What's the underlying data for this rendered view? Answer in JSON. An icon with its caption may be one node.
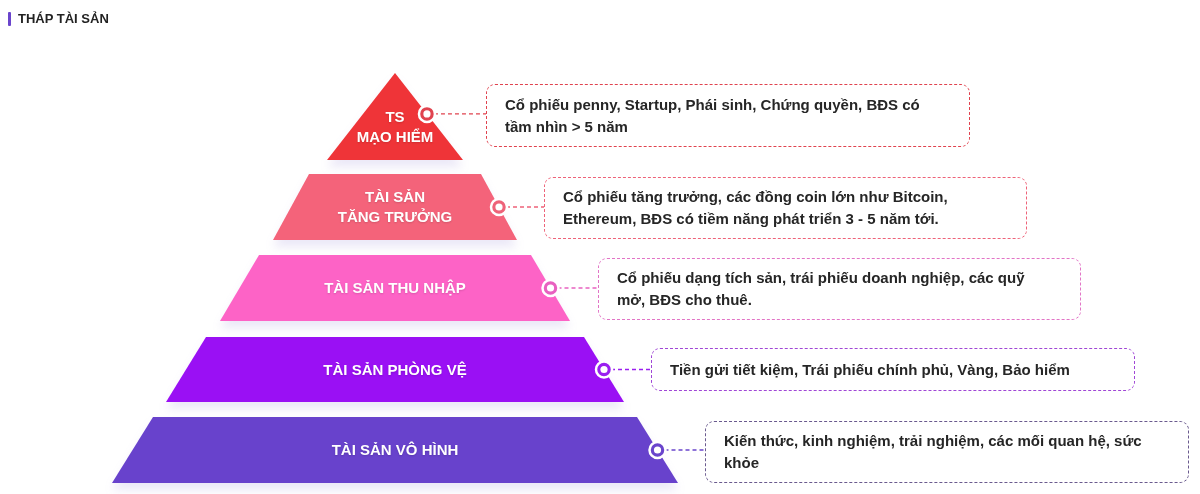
{
  "diagram": {
    "title": "THÁP TÀI SẢN",
    "nodes": [
      {
        "text": [
          "TS MẠO HIỂM"
        ]
      },
      {
        "text": [
          "Cổ phiếu penny, Startup, Phái sinh, Chứng quyền, BĐS có tầm nhìn > 5 năm"
        ]
      },
      {
        "text": [
          "TÀI SẢN TĂNG TRƯỞNG"
        ]
      },
      {
        "text": [
          "Cổ phiếu tăng trưởng, các đồng coin lớn như Bitcoin, Ethereum, BĐS có tiềm năng phát triển 3 - 5 năm tới."
        ]
      },
      {
        "text": [
          "TÀI SẢN THU NHẬP"
        ]
      },
      {
        "text": [
          "Cổ phiếu dạng tích sản, trái phiếu doanh nghiệp, các quỹ mở, BĐS cho thuê."
        ]
      },
      {
        "text": [
          "TÀI SẢN PHÒNG VỆ"
        ]
      },
      {
        "text": [
          "Tiền gửi tiết kiệm, Trái phiếu chính phủ, Vàng, Bảo hiểm"
        ]
      },
      {
        "text": [
          "TÀI SẢN VÔ HÌNH"
        ]
      },
      {
        "text": [
          "Kiến thức, kinh nghiệm, trải nghiệm, các mối quan hệ, sức khỏe"
        ]
      }
    ],
    "edges": [
      {
        "from": 0,
        "to": 1,
        "arrow": "other",
        "style": "dashed",
        "color": "#e0434f"
      },
      {
        "from": 2,
        "to": 3,
        "arrow": "other",
        "style": "dashed",
        "color": "#ee6379"
      },
      {
        "from": 4,
        "to": 5,
        "arrow": "other",
        "style": "dashed",
        "color": "#e861c0"
      },
      {
        "from": 6,
        "to": 7,
        "arrow": "other",
        "style": "dashed",
        "color": "#9a1ff0"
      },
      {
        "from": 8,
        "to": 9,
        "arrow": "other",
        "style": "dashed",
        "color": "#6a45cc"
      }
    ]
  }
}
